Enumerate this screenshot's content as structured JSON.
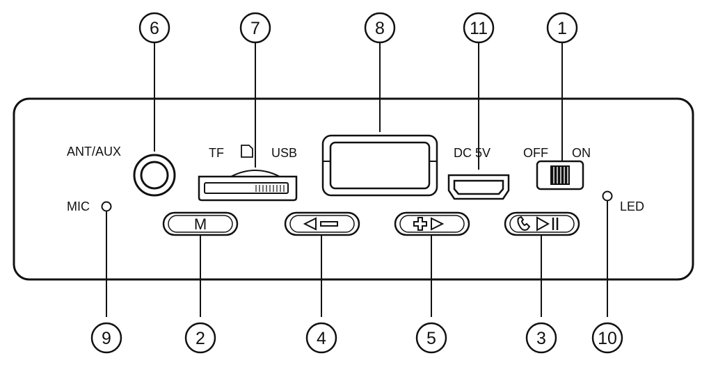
{
  "callouts": {
    "c1": "1",
    "c2": "2",
    "c3": "3",
    "c4": "4",
    "c5": "5",
    "c6": "6",
    "c7": "7",
    "c8": "8",
    "c9": "9",
    "c10": "10",
    "c11": "11"
  },
  "labels": {
    "ant_aux": "ANT/AUX",
    "tf": "TF",
    "usb": "USB",
    "dc5v": "DC 5V",
    "off": "OFF",
    "on": "ON",
    "mic": "MIC",
    "led": "LED"
  },
  "buttons": {
    "mode": "M"
  },
  "icons": {
    "sd_card": "sd-card-icon",
    "prev_minus": "prev-minus-icon",
    "plus_next": "plus-next-icon",
    "phone_play_pause": "phone-play-pause-icon"
  },
  "colors": {
    "line": "#111111",
    "background": "#ffffff"
  }
}
